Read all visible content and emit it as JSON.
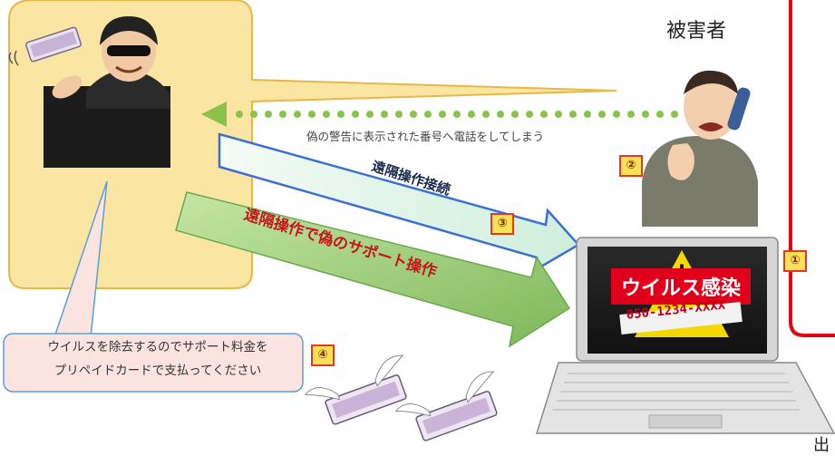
{
  "victim": {
    "label": "被害者"
  },
  "steps": {
    "call": {
      "caption": "偽の警告に表示された番号へ電話をしてしまう",
      "number": "②"
    },
    "remote_connect": {
      "label": "遠隔操作接続",
      "number": "③"
    },
    "fake_support": {
      "label": "遠隔操作で偽のサポート操作"
    },
    "payment": {
      "lines": [
        "ウイルスを除去するのでサポート料金を",
        "プリペイドカードで支払ってください"
      ],
      "number": "④"
    },
    "infection": {
      "number": "①"
    }
  },
  "laptop_screen": {
    "warning": "ウイルス感染",
    "phone": "050-1234-XXXX"
  },
  "source": {
    "partial_label": "出"
  },
  "colors": {
    "attacker_bg": "#fbe5a2",
    "attacker_border": "#e6b84a",
    "call_dots": "#8bc34a",
    "remote_arrow_fill": "#dff3e6",
    "remote_arrow_border": "#3b6fd1",
    "support_arrow_fill": "#9fcf78",
    "support_text": "#c4161c",
    "highlight_border": "#e50012",
    "warning_bg": "#e0001b",
    "warning_triangle": "#f5d800"
  }
}
